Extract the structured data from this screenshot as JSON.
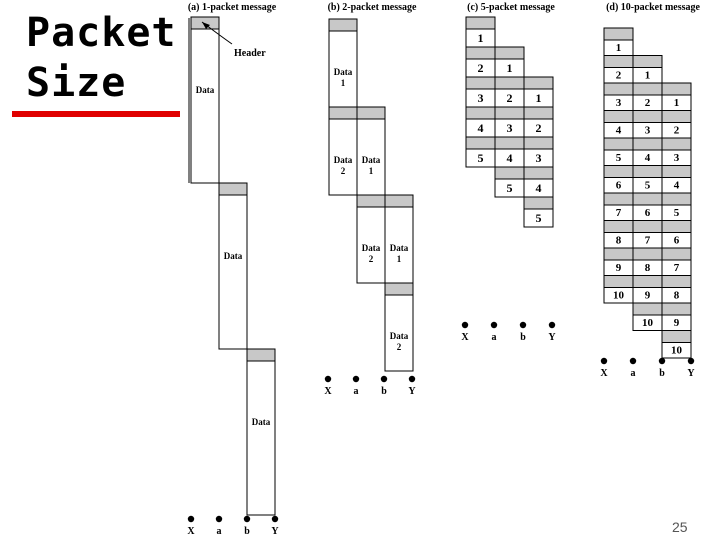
{
  "slide": {
    "title_line1": "Packet",
    "title_line2": "Size",
    "slide_number": "25",
    "accent_color": "#e00000"
  },
  "diagram": {
    "title_a": "(a) 1-packet message",
    "title_b": "(b) 2-packet message",
    "title_c": "(c) 5-packet message",
    "title_d": "(d) 10-packet message",
    "header_label": "Header",
    "data_label": "Data",
    "data1_line1": "Data",
    "data1_line2": "1",
    "data2_line1": "Data",
    "data2_line2": "2",
    "nodes": [
      "X",
      "a",
      "b",
      "Y"
    ],
    "header_color": "#c8c8c8"
  }
}
